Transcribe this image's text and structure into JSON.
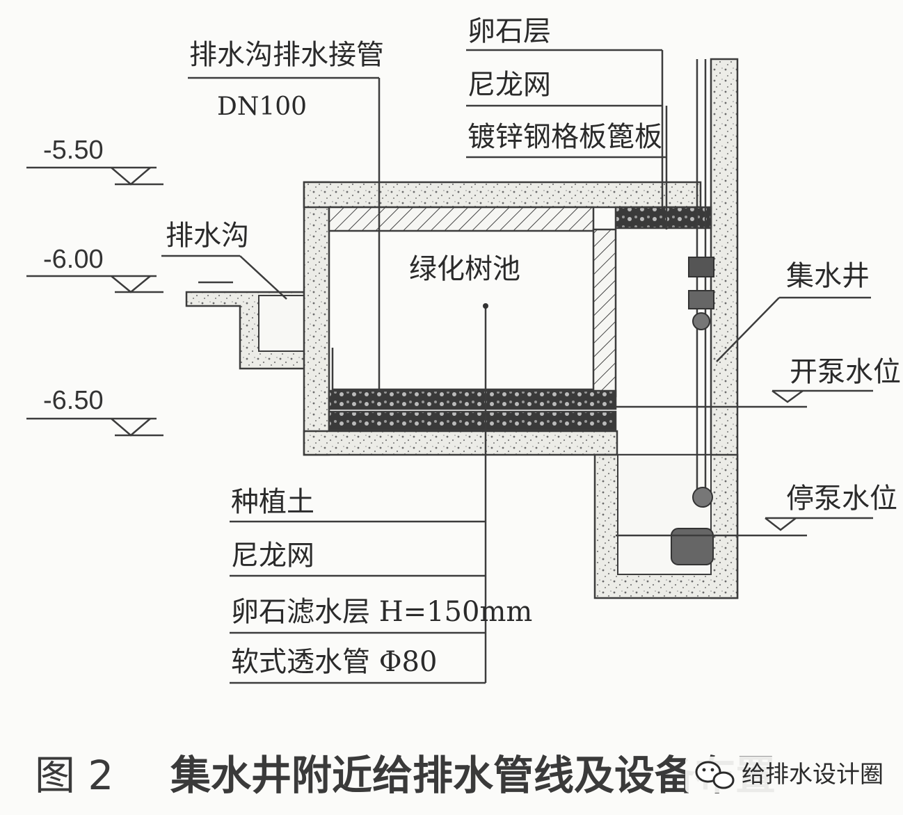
{
  "labels": {
    "drain_pipe": "排水沟排水接管",
    "drain_pipe_size": "DN100",
    "gravel_layer_top": "卵石层",
    "nylon_mesh_top": "尼龙网",
    "steel_plate": "镀锌钢格板篦板",
    "drain_ditch": "排水沟",
    "green_tree_pool": "绿化树池",
    "sump": "集水井",
    "pump_on_level": "开泵水位",
    "pump_off_level": "停泵水位",
    "planting_soil": "种植土",
    "nylon_mesh_bottom": "尼龙网",
    "gravel_filter_layer": "卵石滤水层 H=150mm",
    "soft_drain_pipe": "软式透水管 Φ80"
  },
  "elevations": {
    "e1": "-5.50",
    "e2": "-6.00",
    "e3": "-6.50"
  },
  "caption": {
    "prefix": "图 2",
    "text": "集水井附近给排水管线及设备布置"
  },
  "watermark": "给排水设计圈",
  "colors": {
    "ink": "#3c3c3c",
    "background": "#fbfbf9",
    "concrete_fill": "#e9e9e4"
  }
}
